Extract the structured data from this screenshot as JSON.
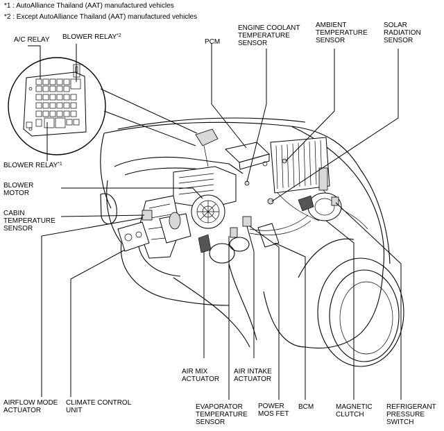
{
  "notes": [
    "*1 : AutoAlliance Thailand (AAT) manufactured vehicles",
    "*2 : Except AutoAlliance Thailand (AAT) manufactured vehicles"
  ],
  "labels": {
    "ac_relay": "A/C RELAY",
    "blower_relay_2": "BLOWER RELAY",
    "blower_relay_2_mark": "*2",
    "blower_relay_1": "BLOWER RELAY",
    "blower_relay_1_mark": "*1",
    "pcm": "PCM",
    "engine_coolant": "ENGINE COOLANT\nTEMPERATURE\nSENSOR",
    "ambient": "AMBIENT\nTEMPERATURE\nSENSOR",
    "solar": "SOLAR\nRADIATION\nSENSOR",
    "blower_motor": "BLOWER\nMOTOR",
    "cabin": "CABIN\nTEMPERATURE\nSENSOR",
    "air_mix": "AIR MIX\nACTUATOR",
    "air_intake": "AIR INTAKE\nACTUATOR",
    "airflow_mode": "AIRFLOW MODE\nACTUATOR",
    "climate_control": "CLIMATE CONTROL\nUNIT",
    "evaporator": "EVAPORATOR\nTEMPERATURE\nSENSOR",
    "power_mos_fet": "POWER\nMOS FET",
    "bcm": "BCM",
    "magnetic_clutch": "MAGNETIC\nCLUTCH",
    "refrigerant": "REFRIGERANT\nPRESSURE\nSWITCH"
  }
}
